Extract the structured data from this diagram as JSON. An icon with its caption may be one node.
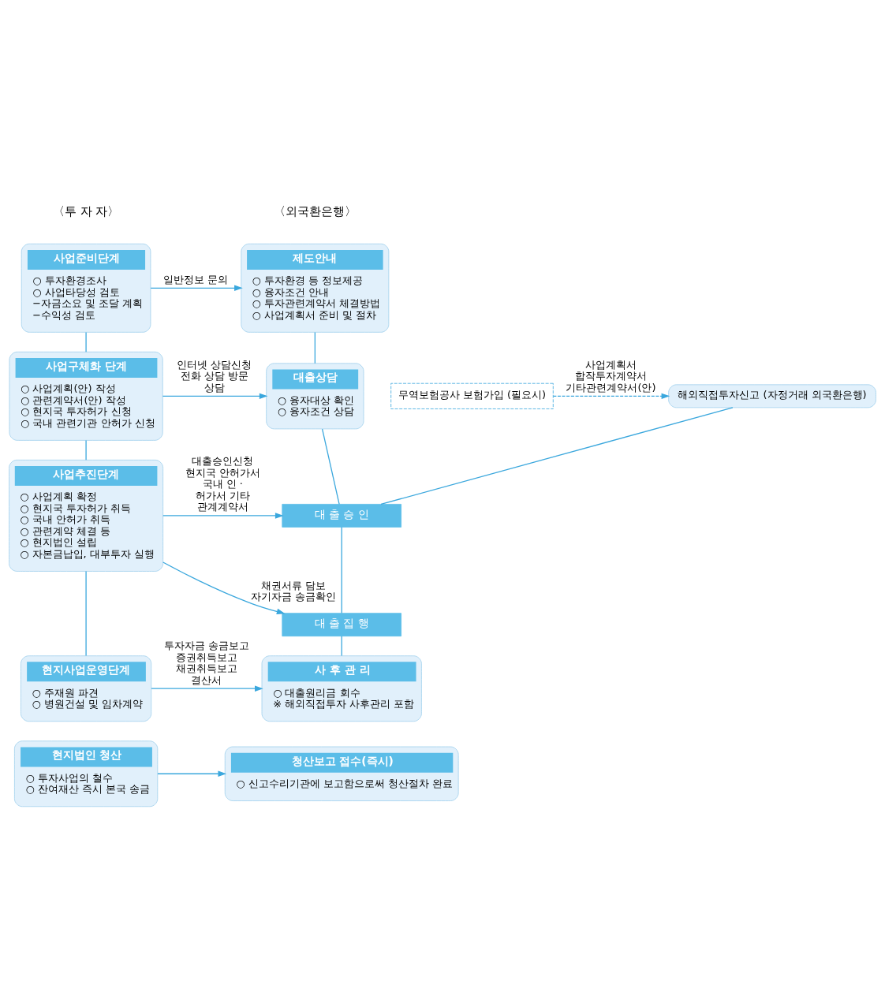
{
  "diagram": {
    "nodes": [
      {
        "text": [
          "사업준비단계",
          "○ 투자환경조사",
          "○ 사업타당성 검토",
          "−자금소요 및 조달 계획",
          "−수익성 검토"
        ]
      },
      {
        "text": [
          "제도안내",
          "○ 투자환경 등 정보제공",
          "○ 융자조건 안내",
          "○ 투자관련계약서 체결방법",
          "○ 사업계획서 준비 및 절차"
        ]
      },
      {
        "text": [
          "사업구체화 단계",
          "○ 사업계획(안) 작성",
          "○ 관련계약서(안) 작성",
          "○ 현지국 투자허가 신청",
          "○ 국내 관련기관 안허가 신청"
        ]
      },
      {
        "text": [
          "대출상담",
          "○ 융자대상 확인",
          "○ 융자조건 상담"
        ]
      },
      {
        "text": [
          "무역보험공사 보험가입 (필요시)"
        ]
      },
      {
        "text": [
          "해외직접투자신고 (자정거래 외국환은행)"
        ]
      },
      {
        "text": [
          "사업추진단계",
          "○ 사업계획 확정",
          "○ 현지국 투자허가 취득",
          "○ 국내 안허가 취득",
          "○ 관련계약 체결 등",
          "○ 현지법인 설립",
          "○ 자본금납입, 대부투자 실행"
        ]
      },
      {
        "text": [
          "대 출 승 인"
        ]
      },
      {
        "text": [
          "대 출 집 행"
        ]
      },
      {
        "text": [
          "현지사업운영단계",
          "○ 주재원 파견",
          "○ 병원건설 및 임차계약"
        ]
      },
      {
        "text": [
          "사 후 관 리",
          "○ 대출원리금 회수",
          "※ 해외직접투자 사후관리 포함"
        ]
      },
      {
        "text": [
          "현지법인 청산",
          "○ 투자사업의 철수",
          "○ 잔여재산 즉시 본국 송금"
        ]
      },
      {
        "text": [
          "청산보고 접수(즉시)",
          "○ 신고수리기관에 보고함으로써 청산절차 완료"
        ]
      }
    ],
    "edges": [
      {
        "from": 0,
        "to": 1,
        "arrow": "to",
        "label": "일반정보 문의"
      },
      {
        "from": 0,
        "to": 2,
        "arrow": "none"
      },
      {
        "from": 1,
        "to": 3,
        "arrow": "none"
      },
      {
        "from": 2,
        "to": 3,
        "arrow": "to",
        "label": "인터넷 상담신청 전화 상담 방문 상담"
      },
      {
        "from": 2,
        "to": 6,
        "arrow": "none"
      },
      {
        "from": 4,
        "to": 5,
        "arrow": "to",
        "label": "사업계획서 합작투자계약서 기타관련계약서(안)",
        "style": "dashed"
      },
      {
        "from": 3,
        "to": 7,
        "arrow": "none"
      },
      {
        "from": 5,
        "to": 7,
        "arrow": "none"
      },
      {
        "from": 6,
        "to": 7,
        "arrow": "to",
        "label": "대출승인신청 현지국 안허가서 국내 인 · 허가서 기타 관계계약서"
      },
      {
        "from": 6,
        "to": 8,
        "arrow": "to",
        "label": "채권서류 담보 자기자금 송금확인"
      },
      {
        "from": 7,
        "to": 8,
        "arrow": "none"
      },
      {
        "from": 6,
        "to": 9,
        "arrow": "none"
      },
      {
        "from": 8,
        "to": 10,
        "arrow": "none"
      },
      {
        "from": 9,
        "to": 10,
        "arrow": "to",
        "label": "투자자금 송금보고 증권취득보고 채권취득보고 결산서"
      },
      {
        "from": 11,
        "to": 12,
        "arrow": "to"
      }
    ],
    "labels": [
      "〈투 자 자〉",
      "〈외국환은행〉"
    ]
  }
}
